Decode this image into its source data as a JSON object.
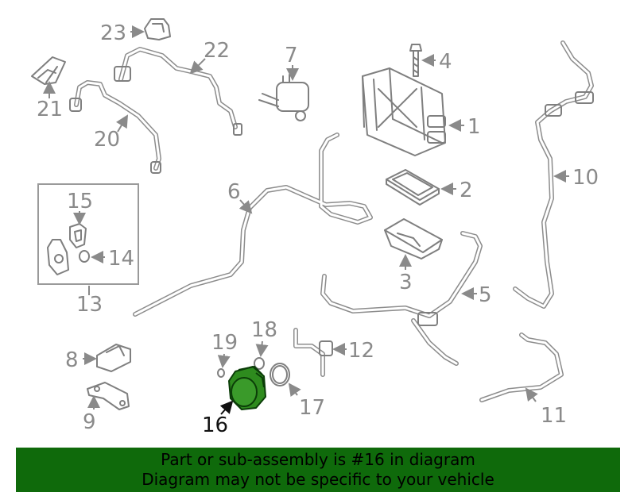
{
  "callouts": {
    "n1": "1",
    "n2": "2",
    "n3": "3",
    "n4": "4",
    "n5": "5",
    "n6": "6",
    "n7": "7",
    "n8": "8",
    "n9": "9",
    "n10": "10",
    "n11": "11",
    "n12": "12",
    "n13": "13",
    "n14": "14",
    "n15": "15",
    "n16": "16",
    "n17": "17",
    "n18": "18",
    "n19": "19",
    "n20": "20",
    "n21": "21",
    "n22": "22",
    "n23": "23"
  },
  "banner": {
    "line1": "Part or sub-assembly is #16 in diagram",
    "line2": "Diagram may not be specific to your vehicle"
  },
  "colors": {
    "banner_bg": "#0f6a0b",
    "highlight_part": "#2e8b1e",
    "line_art": "#8a8a8a"
  }
}
